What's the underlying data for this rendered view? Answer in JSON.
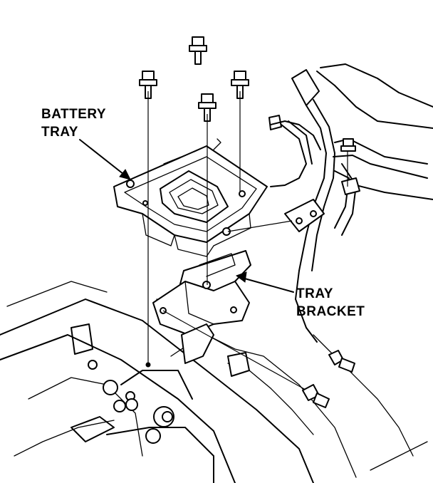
{
  "labels": {
    "battery_tray_line1": "BATTERY",
    "battery_tray_line2": "TRAY",
    "tray_bracket_line1": "TRAY",
    "tray_bracket_line2": "BRACKET"
  },
  "colors": {
    "line": "#000000",
    "background": "#ffffff"
  }
}
